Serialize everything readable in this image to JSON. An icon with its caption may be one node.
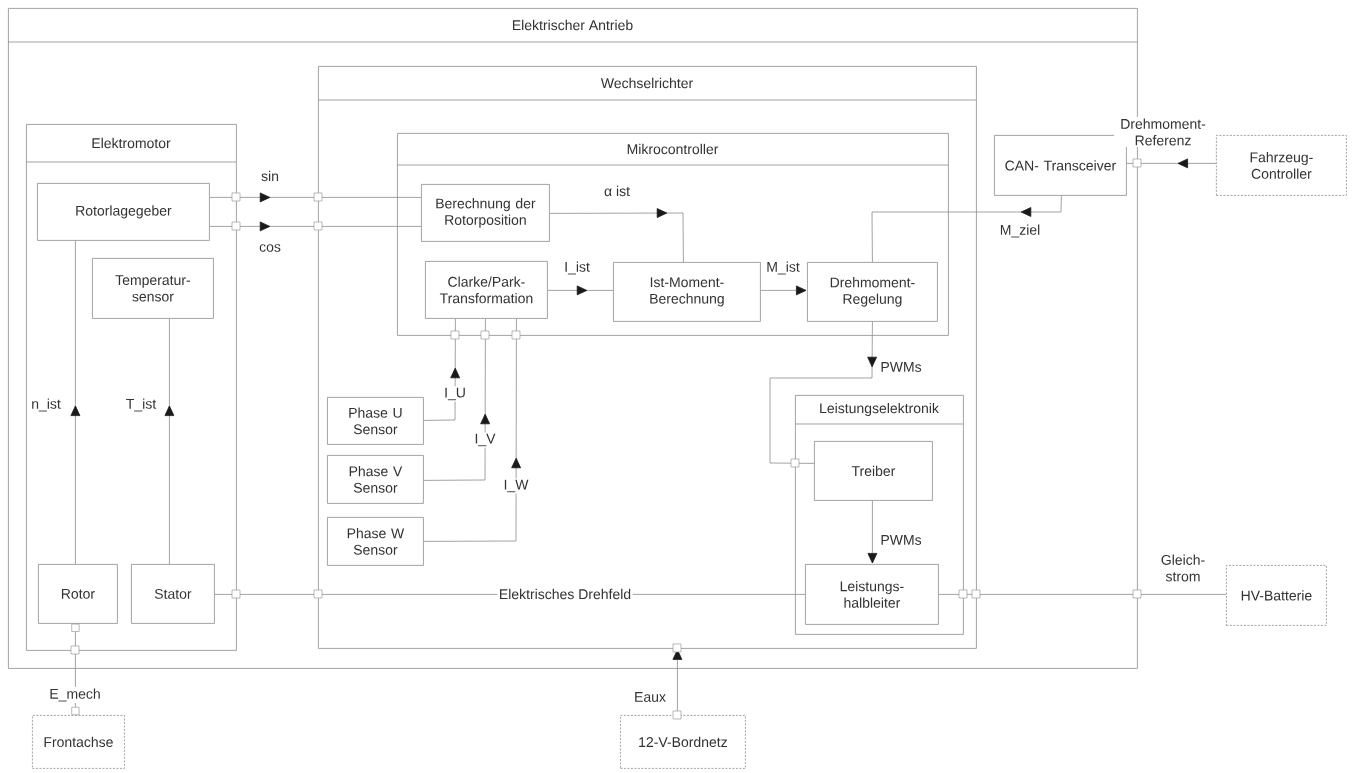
{
  "diagram": {
    "nodes": [
      {
        "text": [
          "Elektrischer Antrieb"
        ]
      },
      {
        "text": [
          "Elektromotor"
        ],
        "in": 0
      },
      {
        "text": [
          "Rotorlagegeber"
        ],
        "in": 1
      },
      {
        "text": [
          "Temperatur- sensor"
        ],
        "in": 1
      },
      {
        "text": [
          "Rotor"
        ],
        "in": 1
      },
      {
        "text": [
          "Stator"
        ],
        "in": 1
      },
      {
        "text": [
          "Wechselrichter"
        ],
        "in": 0
      },
      {
        "text": [
          "Mikrocontroller"
        ],
        "in": 6
      },
      {
        "text": [
          "Berechnung der Rotorposition"
        ],
        "in": 7
      },
      {
        "text": [
          "Clarke/Park- Transformation"
        ],
        "in": 7
      },
      {
        "text": [
          "Ist-Moment- Berechnung"
        ],
        "in": 7
      },
      {
        "text": [
          "Drehmoment- Regelung"
        ],
        "in": 7
      },
      {
        "text": [
          "Phase U Sensor"
        ],
        "in": 6
      },
      {
        "text": [
          "Phase V Sensor"
        ],
        "in": 6
      },
      {
        "text": [
          "Phase W Sensor"
        ],
        "in": 6
      },
      {
        "text": [
          "Leistungselektronik"
        ],
        "in": 6
      },
      {
        "text": [
          "Treiber"
        ],
        "in": 15
      },
      {
        "text": [
          "Leistungs- halbleiter"
        ],
        "in": 15
      },
      {
        "text": [
          "CAN- Transceiver"
        ],
        "in": 0
      },
      {
        "text": [
          "Fahrzeug- Controller"
        ]
      },
      {
        "text": [
          "HV-Batterie"
        ]
      },
      {
        "text": [
          "Frontachse"
        ]
      },
      {
        "text": [
          "12-V-Bordnetz"
        ]
      }
    ],
    "edges": [
      {
        "from": 2,
        "to": 8,
        "arrow": "to",
        "label": "sin"
      },
      {
        "from": 2,
        "to": 8,
        "arrow": "to",
        "label": "cos"
      },
      {
        "from": 8,
        "to": 10,
        "arrow": "to",
        "label": "α ist"
      },
      {
        "from": 9,
        "to": 10,
        "arrow": "to",
        "label": "I_ist"
      },
      {
        "from": 10,
        "to": 11,
        "arrow": "to",
        "label": "M_ist"
      },
      {
        "from": 18,
        "to": 11,
        "arrow": "to",
        "label": "M_ziel"
      },
      {
        "from": 19,
        "to": 18,
        "arrow": "to",
        "label": "Drehmoment- Referenz"
      },
      {
        "from": 11,
        "to": 16,
        "arrow": "to",
        "label": "PWMs"
      },
      {
        "from": 16,
        "to": 17,
        "arrow": "to",
        "label": "PWMs"
      },
      {
        "from": 12,
        "to": 9,
        "arrow": "to",
        "label": "I_U"
      },
      {
        "from": 13,
        "to": 9,
        "arrow": "to",
        "label": "I_V"
      },
      {
        "from": 14,
        "to": 9,
        "arrow": "to",
        "label": "I_W"
      },
      {
        "from": 4,
        "to": 2,
        "arrow": "to",
        "label": "n_ist"
      },
      {
        "from": 5,
        "to": 3,
        "arrow": "to",
        "label": "T_ist"
      },
      {
        "from": 5,
        "to": 17,
        "arrow": "none",
        "label": "Elektrisches Drehfeld"
      },
      {
        "from": 17,
        "to": 20,
        "arrow": "none",
        "label": "Gleich- strom"
      },
      {
        "from": 4,
        "to": 21,
        "arrow": "other",
        "label": "E_mech"
      },
      {
        "from": 22,
        "to": 6,
        "arrow": "to",
        "label": "Eaux"
      }
    ]
  }
}
